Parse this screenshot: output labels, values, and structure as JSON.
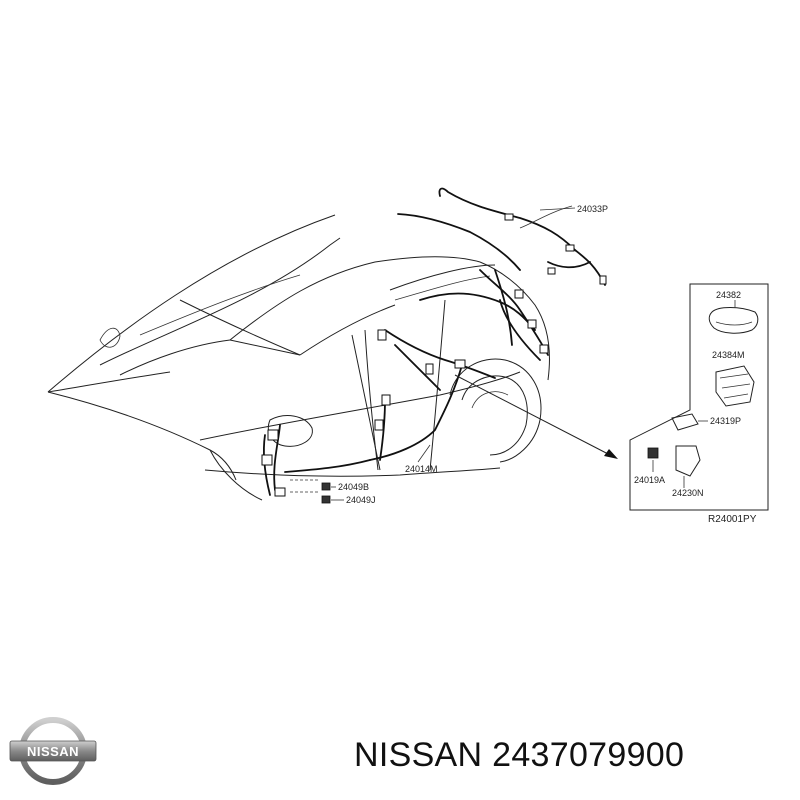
{
  "diagram": {
    "parts": [
      {
        "code": "24033P"
      },
      {
        "code": "24382"
      },
      {
        "code": "24384M"
      },
      {
        "code": "24319P"
      },
      {
        "code": "24019A"
      },
      {
        "code": "24230N"
      },
      {
        "code": "24014M"
      },
      {
        "code": "24049B"
      },
      {
        "code": "24049J"
      }
    ],
    "reference_code": "R24001PY"
  },
  "footer": {
    "logo_text": "NISSAN",
    "title": "NISSAN 2437079900"
  },
  "colors": {
    "line": "#222222",
    "background": "#ffffff",
    "logo_metal": "#8a8a8a"
  }
}
